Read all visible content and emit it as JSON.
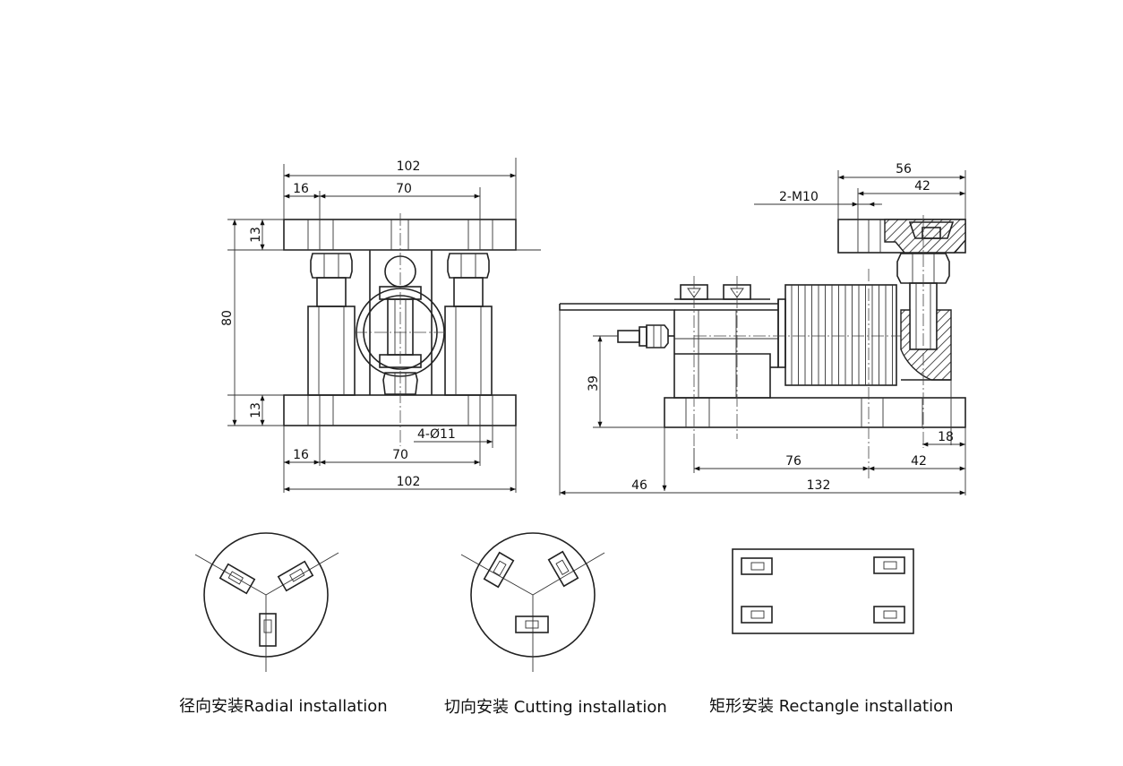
{
  "front_view": {
    "dim_top_overall": "102",
    "dim_top_left": "16",
    "dim_top_span": "70",
    "dim_plate_top": "13",
    "dim_height": "80",
    "dim_plate_bottom": "13",
    "dim_holes": "4-Ø11",
    "dim_bottom_left": "16",
    "dim_bottom_span": "70",
    "dim_bottom_overall": "102"
  },
  "side_view": {
    "dim_top_overall": "56",
    "dim_top_inner": "42",
    "dim_thread": "2-M10",
    "dim_height": "39",
    "dim_right_small": "18",
    "dim_span": "76",
    "dim_right": "42",
    "dim_left": "46",
    "dim_overall": "132"
  },
  "captions": {
    "radial": "径向安装Radial installation",
    "cutting": "切向安装 Cutting installation",
    "rectangle": "矩形安装 Rectangle installation"
  }
}
